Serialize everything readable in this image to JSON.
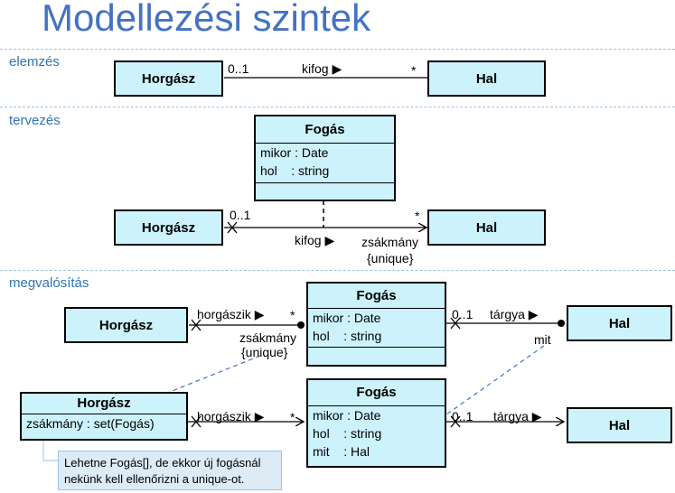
{
  "title": "Modellezési szintek",
  "sections": {
    "elemzes": "elemzés",
    "tervezes": "tervezés",
    "megvalositas": "megvalósítás"
  },
  "elemzes": {
    "horgasz": "Horgász",
    "hal": "Hal",
    "mult_left": "0..1",
    "mult_right": "*",
    "assoc": "kifog ▶"
  },
  "tervezes": {
    "fogas_title": "Fogás",
    "fogas_attr1": "mikor : Date",
    "fogas_attr2": "hol    : string",
    "horgasz": "Horgász",
    "hal": "Hal",
    "mult_left": "0..1",
    "mult_right": "*",
    "assoc": "kifog ▶",
    "role": "zsákmány",
    "constraint": "{unique}"
  },
  "megval1": {
    "horgasz": "Horgász",
    "fogas_title": "Fogás",
    "fogas_attr1": "mikor : Date",
    "fogas_attr2": "hol    : string",
    "hal": "Hal",
    "assoc1": "horgászik ▶",
    "mult1": "*",
    "role": "zsákmány",
    "constraint": "{unique}",
    "mult2": "0..1",
    "assoc2": "tárgya ▶",
    "role2": "mit"
  },
  "megval2": {
    "horgasz_title": "Horgász",
    "horgasz_attr": "zsákmány : set(Fogás)",
    "fogas_title": "Fogás",
    "fogas_attr1": "mikor : Date",
    "fogas_attr2": "hol    : string",
    "fogas_attr3": "mit    : Hal",
    "hal": "Hal",
    "assoc1": "horgászik ▶",
    "mult1": "*",
    "mult2": "0..1",
    "assoc2": "tárgya ▶"
  },
  "note": "Lehetne Fogás[], de ekkor új fogásnál nekünk kell ellenőrizni a unique-ot.",
  "colors": {
    "title": "#4472c4",
    "box_fill": "#ccf2fb",
    "note_fill": "#ddebf7",
    "arrow": "#4472c4"
  }
}
